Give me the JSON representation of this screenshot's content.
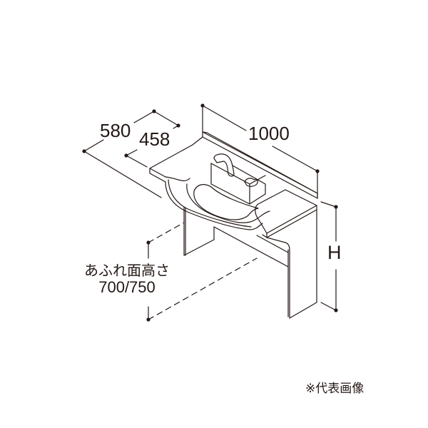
{
  "diagram": {
    "subject": "Vanity counter with integrated washbasin (isometric dimension drawing)",
    "colors": {
      "line": "#231815",
      "background": "#ffffff"
    },
    "dimensions": {
      "depth_total": "580",
      "depth_counter": "458",
      "width": "1000",
      "height": "H",
      "overflow_height_label": "あふれ面高さ",
      "overflow_height_value": "700/750"
    },
    "note": "※代表画像"
  }
}
